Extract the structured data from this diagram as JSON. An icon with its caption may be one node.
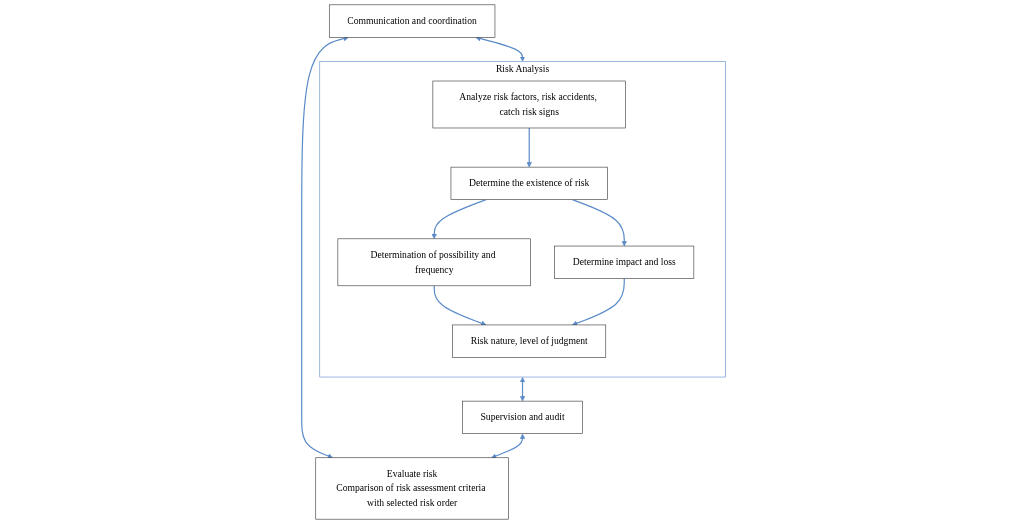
{
  "diagram": {
    "nodes": [
      {
        "text": [
          "Risk Analysis"
        ]
      },
      {
        "text": [
          "Analyze risk factors, risk accidents, catch risk signs"
        ],
        "in": 0
      },
      {
        "text": [
          "Determine the existence of risk"
        ],
        "in": 0
      },
      {
        "text": [
          "Determination of possibility and frequency"
        ],
        "in": 0
      },
      {
        "text": [
          "Determine impact and loss"
        ],
        "in": 0
      },
      {
        "text": [
          "Risk nature, level of judgment"
        ],
        "in": 0
      },
      {
        "text": [
          "Communication and coordination"
        ]
      },
      {
        "text": [
          "Supervision and audit"
        ]
      },
      {
        "text": [
          "Evaluate risk",
          "Comparison of risk assessment criteria with selected risk order"
        ]
      }
    ],
    "edges": [
      {
        "from": 1,
        "to": 2,
        "arrow": "to"
      },
      {
        "from": 2,
        "to": 3,
        "arrow": "to"
      },
      {
        "from": 2,
        "to": 4,
        "arrow": "to"
      },
      {
        "from": 3,
        "to": 5,
        "arrow": "to"
      },
      {
        "from": 4,
        "to": 5,
        "arrow": "to"
      },
      {
        "from": 6,
        "to": 0,
        "arrow": "both"
      },
      {
        "from": 0,
        "to": 7,
        "arrow": "both"
      },
      {
        "from": 6,
        "to": 8,
        "arrow": "both"
      },
      {
        "from": 7,
        "to": 8,
        "arrow": "both"
      }
    ]
  }
}
